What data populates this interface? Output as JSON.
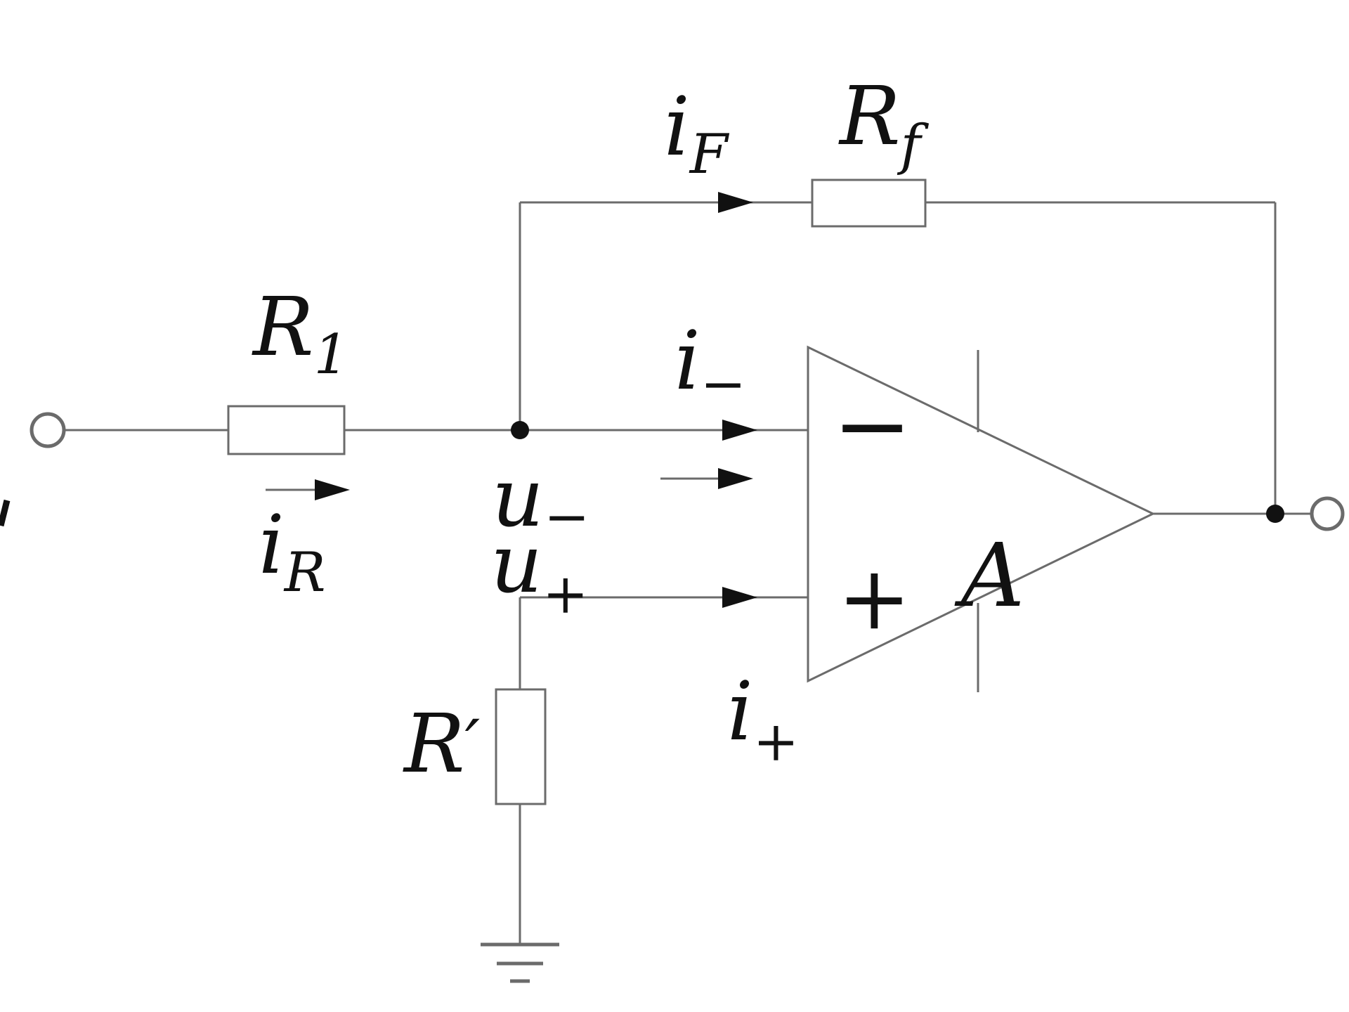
{
  "colors": {
    "background": "#ffffff",
    "wire": "#6b6b6b",
    "ink": "#111111"
  },
  "labels": {
    "input_resistor": {
      "base": "R",
      "sub": "1"
    },
    "input_current": {
      "base": "i",
      "sub": "R"
    },
    "feedback_current": {
      "base": "i",
      "sub": "F"
    },
    "feedback_resistor": {
      "base": "R",
      "sub": "f"
    },
    "inverting_node_voltage": {
      "base": "u",
      "sub": "−"
    },
    "noninverting_node_voltage": {
      "base": "u",
      "sub": "+"
    },
    "inverting_current": {
      "base": "i",
      "sub": "−"
    },
    "noninverting_current": {
      "base": "i",
      "sub": "+"
    },
    "balance_resistor": {
      "base": "R",
      "prime": "′"
    },
    "opamp_gain": "A",
    "inverting_input_sign": "−",
    "noninverting_input_sign": "+"
  }
}
